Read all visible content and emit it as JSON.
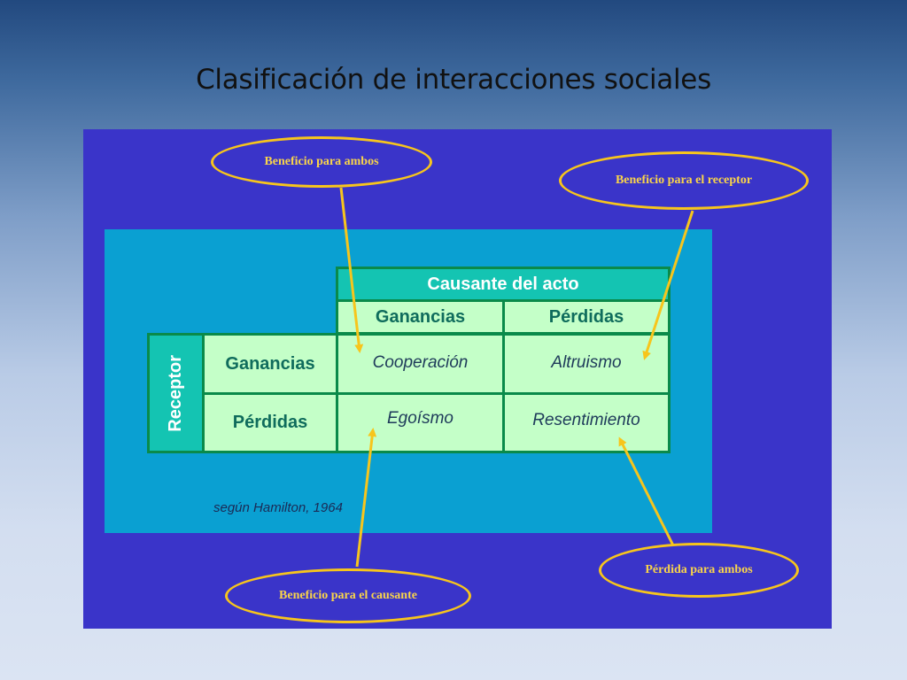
{
  "slide": {
    "title": "Clasificación de interacciones sociales"
  },
  "table": {
    "top_header": "Causante del acto",
    "side_header": "Receptor",
    "col_headers": [
      "Ganancias",
      "Pérdidas"
    ],
    "row_headers": [
      "Ganancias",
      "Pérdidas"
    ],
    "cells": [
      [
        "Cooperación",
        "Altruismo"
      ],
      [
        "Egoísmo",
        "Resentimiento"
      ]
    ]
  },
  "source_note": "según Hamilton, 1964",
  "callouts": {
    "mutual_benefit": "Beneficio para ambos",
    "receiver_benefit": "Beneficio para el receptor",
    "actor_benefit": "Beneficio para el causante",
    "mutual_loss": "Pérdida para ambos"
  },
  "colors": {
    "figure_background": "#3a34c9",
    "panel_background": "#0aa0d2",
    "header_cell": "#14c4b2",
    "body_cell": "#c4ffc8",
    "grid_lines": "#0a8a4a",
    "callout_accent": "#f7c51c"
  }
}
